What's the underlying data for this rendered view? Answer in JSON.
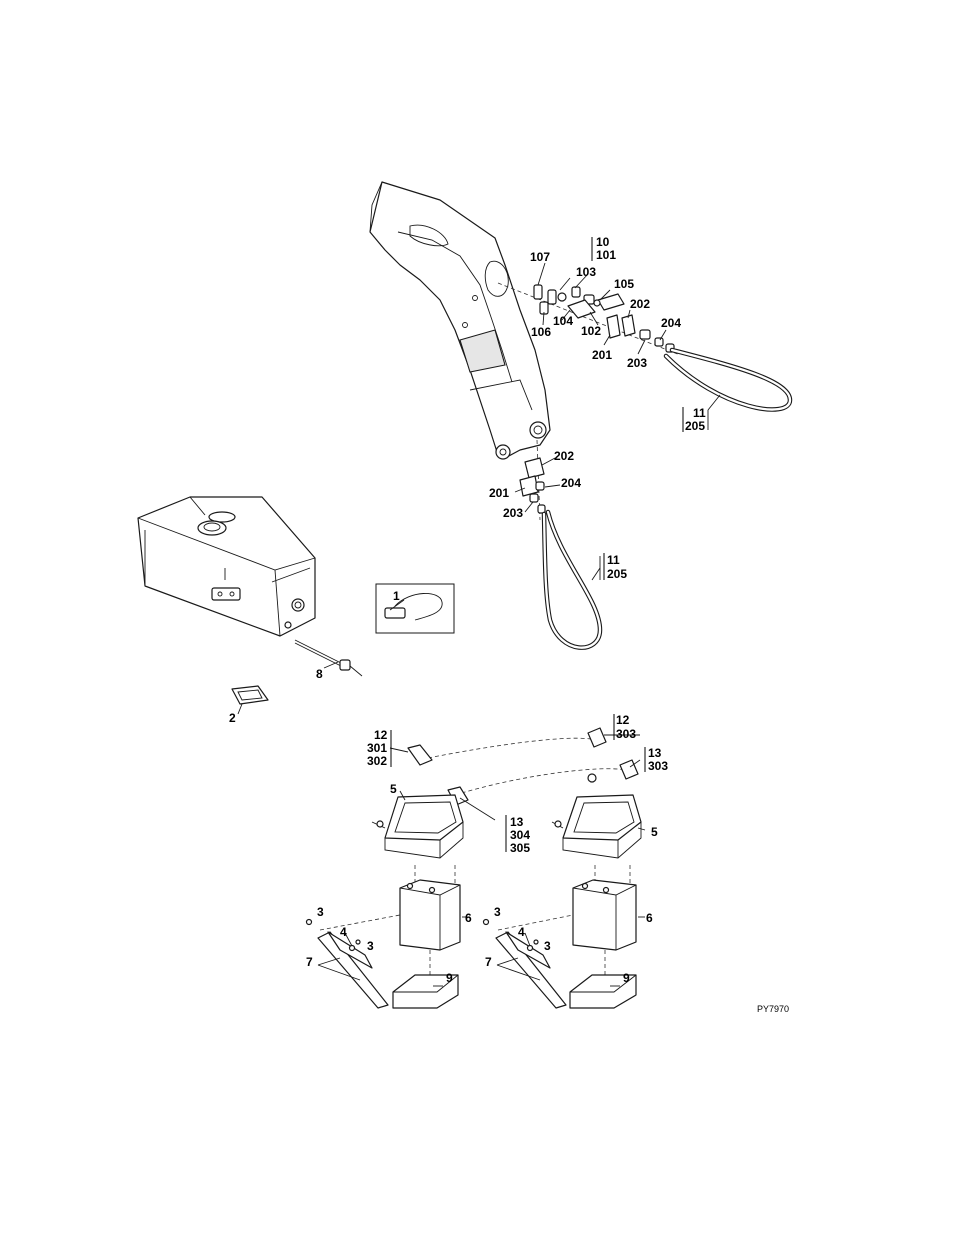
{
  "figure_code": "PY7970",
  "labels": {
    "boom_top": {
      "l10": "10",
      "l101": "101",
      "l107": "107",
      "l103": "103",
      "l105": "105",
      "l106": "106",
      "l104": "104",
      "l102": "102",
      "l202": "202",
      "l201": "201",
      "l203": "203",
      "l204": "204",
      "l11": "11",
      "l205": "205"
    },
    "boom_bottom": {
      "l202": "202",
      "l204": "204",
      "l201": "201",
      "l203": "203",
      "l11": "11",
      "l205": "205"
    },
    "tank": {
      "l8": "8",
      "l2": "2",
      "l1": "1"
    },
    "battery_left": {
      "l12": "12",
      "l301": "301",
      "l302": "302",
      "l5": "5",
      "l13": "13",
      "l304": "304",
      "l305": "305",
      "l3a": "3",
      "l4": "4",
      "l3b": "3",
      "l7": "7",
      "l6": "6",
      "l9": "9"
    },
    "battery_right": {
      "l12": "12",
      "l303a": "303",
      "l13": "13",
      "l303b": "303",
      "l5": "5",
      "l3a": "3",
      "l4": "4",
      "l3b": "3",
      "l7": "7",
      "l6": "6",
      "l9": "9"
    }
  }
}
